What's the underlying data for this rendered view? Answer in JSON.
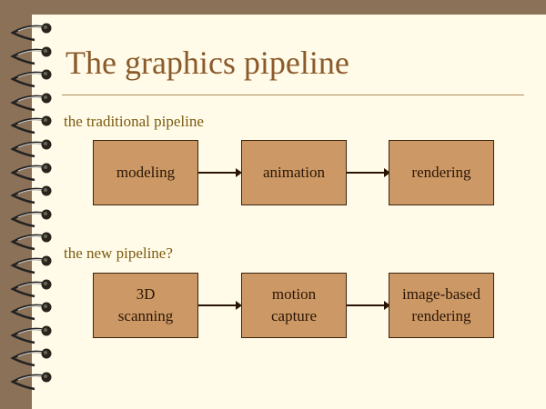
{
  "title": "The graphics pipeline",
  "traditional": {
    "label": "the traditional pipeline",
    "steps": [
      "modeling",
      "animation",
      "rendering"
    ]
  },
  "new": {
    "label": "the new pipeline?",
    "steps": [
      [
        "3D",
        "scanning"
      ],
      [
        "motion",
        "capture"
      ],
      [
        "image-based",
        "rendering"
      ]
    ]
  },
  "colors": {
    "box": "#cc9966",
    "paper": "#fffbe8",
    "background": "#8a7158",
    "title": "#8b5a2b"
  }
}
